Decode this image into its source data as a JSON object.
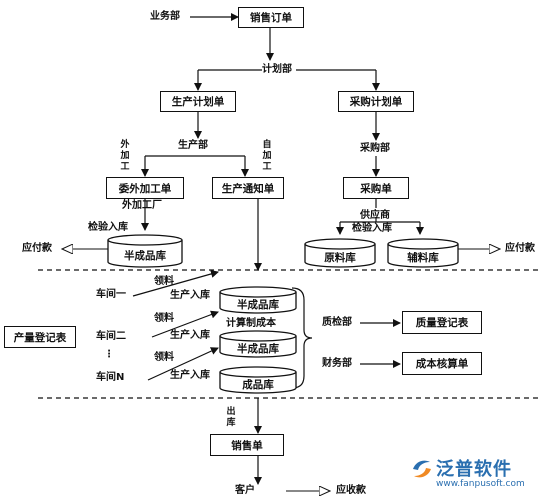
{
  "departments": {
    "sales": "业务部",
    "planning": "计划部",
    "production": "生产部",
    "purchasing": "采购部",
    "quality": "质检部",
    "finance": "财务部"
  },
  "documents": {
    "sales_order": "销售订单",
    "production_plan": "生产计划单",
    "purchase_plan": "采购计划单",
    "outsource_order": "委外加工单",
    "production_notice": "生产通知单",
    "purchase_order": "采购单",
    "output_register": "产量登记表",
    "quality_register": "质量登记表",
    "cost_accounting": "成本核算单",
    "sales_slip": "销售单"
  },
  "warehouses": {
    "semi_finished_top": "半成品库",
    "raw_material": "原料库",
    "auxiliary": "辅料库",
    "semi_finished_1": "半成品库",
    "semi_finished_2": "半成品库",
    "finished": "成品库"
  },
  "labels": {
    "outsourced": "外加工",
    "in_house": "自加工",
    "outsource_factory": "外加工厂",
    "inspect_in_left": "检验入库",
    "supplier": "供应商",
    "inspect_in_right": "检验入库",
    "payable_left": "应付款",
    "payable_right": "应付款",
    "workshop_1": "车间一",
    "workshop_2": "车间二",
    "workshop_ellipsis": "⋮",
    "workshop_n": "车间N",
    "material_pick_1": "领料",
    "material_pick_2": "领料",
    "material_pick_3": "领料",
    "prod_in_1": "生产入库",
    "prod_in_2": "生产入库",
    "prod_in_3": "生产入库",
    "cost_calc": "计算制成本",
    "stock_out": "出库",
    "customer": "客户",
    "receivable": "应收款"
  },
  "logo": {
    "name": "泛普软件",
    "url": "www.fanpusoft.com",
    "icon": "fanpu-logo-icon"
  },
  "colors": {
    "line": "#111111",
    "logo": "#2a6fb0"
  }
}
